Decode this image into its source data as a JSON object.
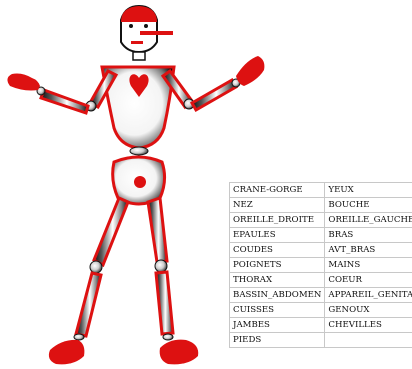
{
  "colors": {
    "red": "#dd1111",
    "black": "#111111",
    "white": "#ffffff",
    "cell_border": "#c8c8c8"
  },
  "body_parts_table": [
    [
      "CRANE-GORGE",
      "YEUX"
    ],
    [
      "NEZ",
      "BOUCHE"
    ],
    [
      "OREILLE_DROITE",
      "OREILLE_GAUCHE"
    ],
    [
      "EPAULES",
      "BRAS"
    ],
    [
      "COUDES",
      "AVT_BRAS"
    ],
    [
      "POIGNETS",
      "MAINS"
    ],
    [
      "THORAX",
      "COEUR"
    ],
    [
      "BASSIN_ABDOMEN",
      "APPAREIL_GENITAL"
    ],
    [
      "CUISSES",
      "GENOUX"
    ],
    [
      "JAMBES",
      "CHEVILLES"
    ],
    [
      "PIEDS",
      ""
    ]
  ]
}
